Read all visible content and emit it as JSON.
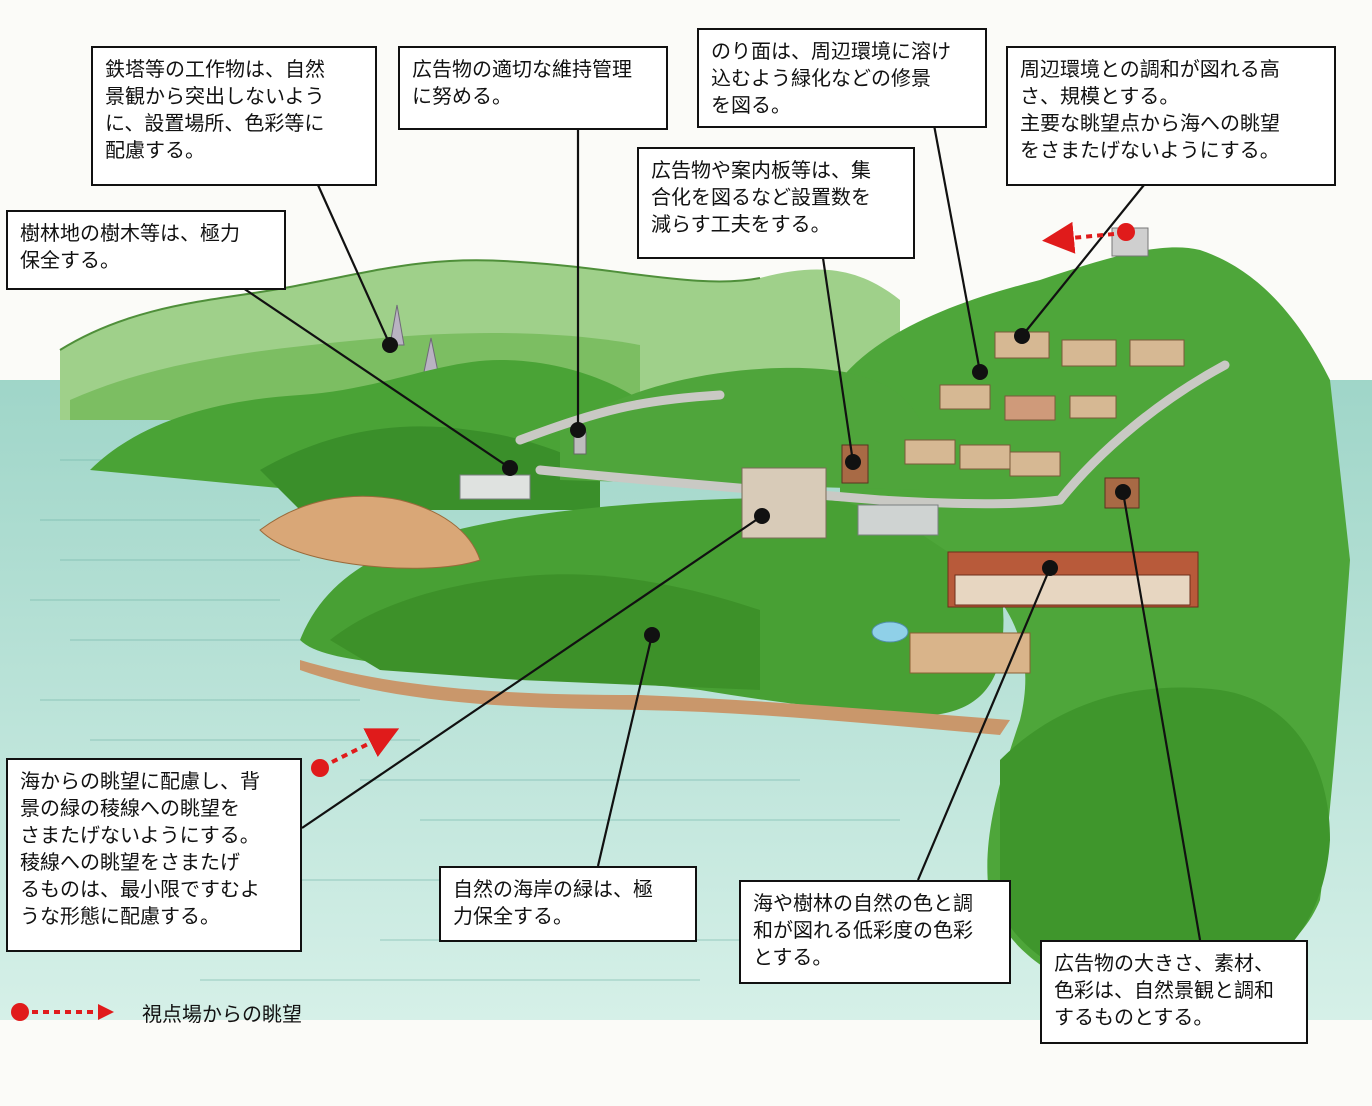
{
  "colors": {
    "sea": "#9fd6c8",
    "forest": "#3f9a2e",
    "hills": "#7dbf62",
    "pointer": "#111111",
    "viewpoint": "#e01b1b"
  },
  "notes": {
    "steel_tower": "鉄塔等の工作物は、自然\n景観から突出しないよう\nに、設置場所、色彩等に\n配慮する。",
    "ad_maintenance": "広告物の適切な維持管理\nに努める。",
    "slope": "のり面は、周辺環境に溶け\n込むよう緑化などの修景\nを図る。",
    "height_scale": "周辺環境との調和が図れる高\nさ、規模とする。\n主要な眺望点から海への眺望\nをさまたげないようにする。",
    "consolidate_signs": "広告物や案内板等は、集\n合化を図るなど設置数を\n減らす工夫をする。",
    "forest_trees": "樹林地の樹木等は、極力\n保全する。",
    "sea_view": "海からの眺望に配慮し、背\n景の緑の稜線への眺望を\nさまたげないようにする。\n稜線への眺望をさまたげ\nるものは、最小限ですむよ\nうな形態に配慮する。",
    "coast_green": "自然の海岸の緑は、極\n力保全する。",
    "low_saturation": "海や樹林の自然の色と調\n和が図れる低彩度の色彩\nとする。",
    "ad_size": "広告物の大きさ、素材、\n色彩は、自然景観と調和\nするものとする。"
  },
  "legend": {
    "label": "視点場からの眺望"
  }
}
